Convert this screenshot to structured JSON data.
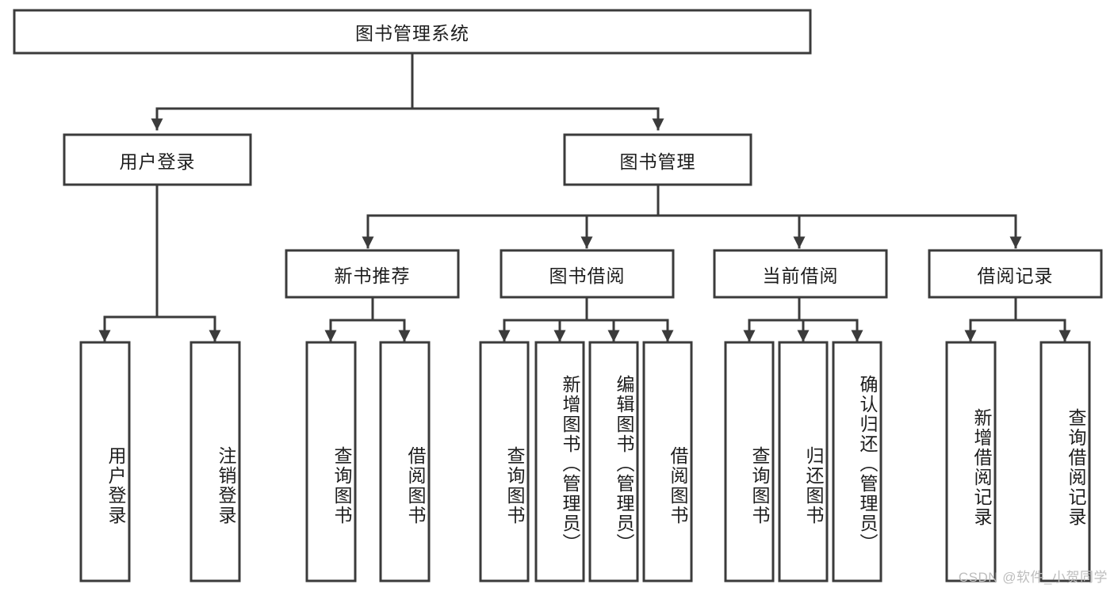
{
  "diagram": {
    "type": "tree-hierarchy",
    "title": "图书管理系统",
    "watermark": "CSDN @软件_小贺同学",
    "colors": {
      "background": "#ffffff",
      "box_fill": "#ffffff",
      "box_stroke": "#3b3b3b",
      "connector": "#3b3b3b",
      "text": "#1d1d1d",
      "watermark": "#bdbdbd"
    },
    "levels": {
      "root": {
        "label": "图书管理系统"
      },
      "level2": [
        {
          "label": "用户登录"
        },
        {
          "label": "图书管理"
        }
      ],
      "level3": [
        {
          "label": "新书推荐"
        },
        {
          "label": "图书借阅"
        },
        {
          "label": "当前借阅"
        },
        {
          "label": "借阅记录"
        }
      ],
      "leaves": {
        "user_login": [
          {
            "label": "用户登录"
          },
          {
            "label": "注销登录"
          }
        ],
        "new_book_recommend": [
          {
            "label": "查询图书"
          },
          {
            "label": "借阅图书"
          }
        ],
        "book_borrow": [
          {
            "label": "查询图书"
          },
          {
            "label": "新增图书（管理员）"
          },
          {
            "label": "编辑图书（管理员）"
          },
          {
            "label": "借阅图书"
          }
        ],
        "current_borrow": [
          {
            "label": "查询图书"
          },
          {
            "label": "归还图书"
          },
          {
            "label": "确认归还（管理员）"
          }
        ],
        "borrow_record": [
          {
            "label": "新增借阅记录"
          },
          {
            "label": "查询借阅记录"
          }
        ]
      }
    }
  }
}
